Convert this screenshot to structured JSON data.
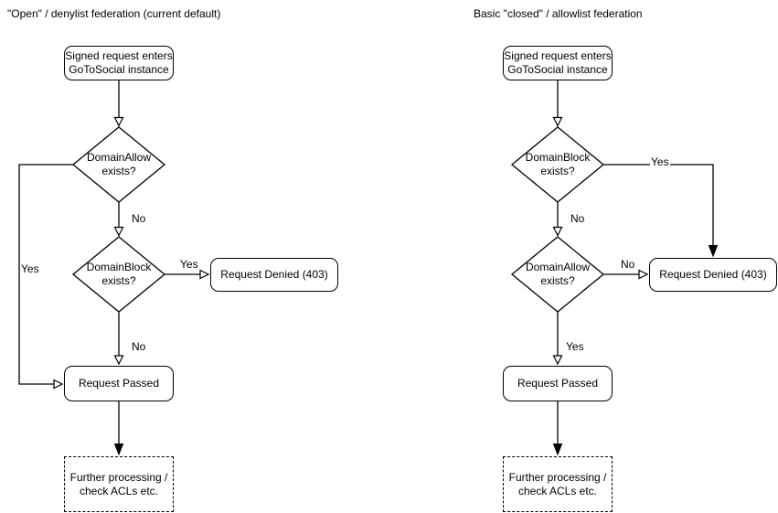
{
  "colors": {
    "stroke": "#000000",
    "shape_fill": "#ffffff",
    "text": "#000000",
    "background": "#ffffff"
  },
  "left_chart": {
    "title": "\"Open\" / denylist federation (current default)",
    "start_label": "Signed request enters\nGoToSocial instance",
    "decision1_label": "DomainAllow\nexists?",
    "decision1_no": "No",
    "decision1_yes": "Yes",
    "decision2_label": "DomainBlock\nexists?",
    "decision2_yes": "Yes",
    "decision2_no": "No",
    "denied_label": "Request Denied (403)",
    "passed_label": "Request Passed",
    "further_label": "Further processing /\ncheck ACLs etc."
  },
  "right_chart": {
    "title": "Basic \"closed\" / allowlist federation",
    "start_label": "Signed request enters\nGoToSocial instance",
    "decision1_label": "DomainBlock\nexists?",
    "decision1_yes": "Yes",
    "decision1_no": "No",
    "decision2_label": "DomainAllow\nexists?",
    "decision2_no": "No",
    "decision2_yes": "Yes",
    "denied_label": "Request Denied (403)",
    "passed_label": "Request Passed",
    "further_label": "Further processing /\ncheck ACLs etc."
  }
}
